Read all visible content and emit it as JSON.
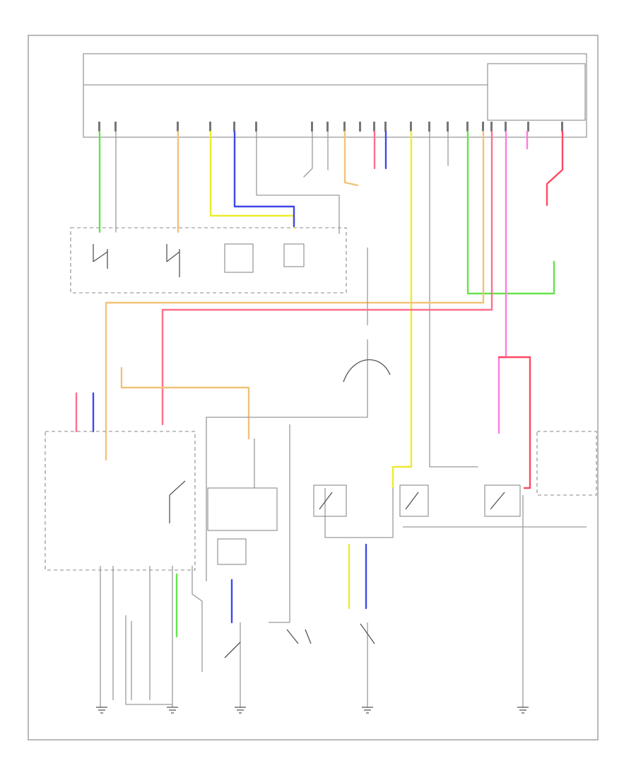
{
  "figure_code": "",
  "colors": {
    "green": "#66e24a",
    "orange": "#f2c27a",
    "pink": "#ff6f8a",
    "magenta": "#ff7ae0",
    "yellow": "#ecec2e",
    "blue": "#3f47e8",
    "gray": "#9a9a9a",
    "red": "#ff4a62"
  },
  "components": [
    {
      "id": "control-unit",
      "kind": "module"
    },
    {
      "id": "combination-switch",
      "kind": "switch-assembly"
    },
    {
      "id": "relay-block",
      "kind": "relay-group"
    },
    {
      "id": "transmission-range-switch",
      "kind": "switch"
    },
    {
      "id": "ground-points",
      "kind": "ground",
      "count": 5
    }
  ]
}
